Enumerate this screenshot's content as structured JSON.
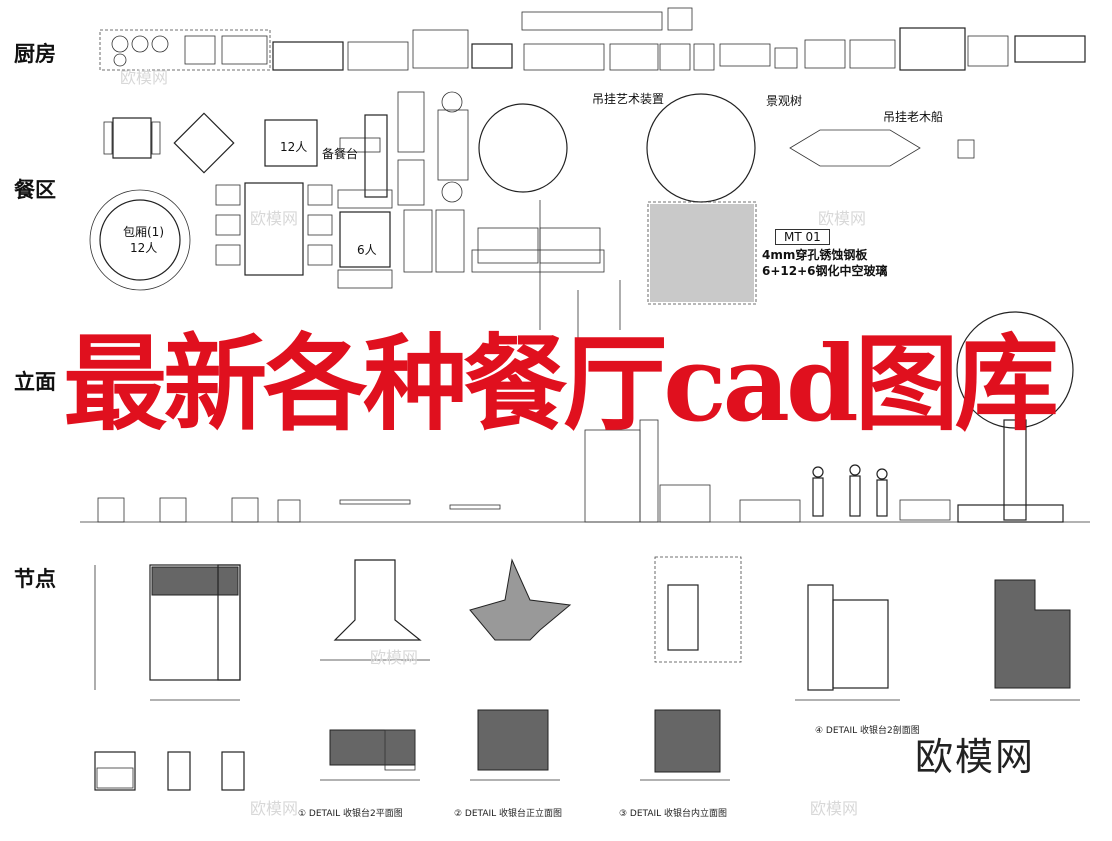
{
  "sections": {
    "kitchen": "厨房",
    "dining": "餐区",
    "elevation": "立面",
    "node": "节点"
  },
  "headline": "最新各种餐厅cad图库",
  "brand": "欧模网",
  "watermark": "欧模网",
  "annotations": {
    "art_installation": "吊挂艺术装置",
    "landscape_tree": "景观树",
    "hanging_boat": "吊挂老木船",
    "sideboard": "备餐台",
    "seats_12": "12人",
    "private_room": "包厢(1)",
    "private_room_seats": "12人",
    "seats_6": "6人",
    "material_code": "MT 01",
    "material_line1": "4mm穿孔锈蚀钢板",
    "material_line2": "6+12+6钢化中空玻璃"
  },
  "captions": {
    "detail_1": "① DETAIL 收银台2平面图",
    "detail_2": "② DETAIL 收银台正立面图",
    "detail_3": "③ DETAIL 收银台内立面图",
    "detail_4": "④ DETAIL 收银台2剖面图"
  }
}
